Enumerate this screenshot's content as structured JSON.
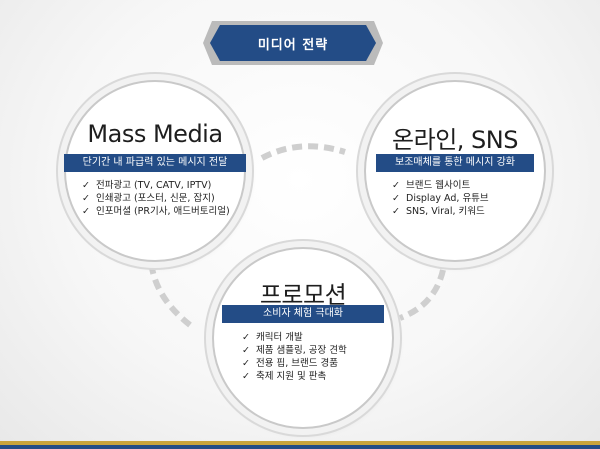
{
  "title": "미디어 전략",
  "circles": [
    {
      "title": "Mass Media",
      "subtitle": "단기간 내 파급력 있는 메시지 전달",
      "items": [
        "전파광고 (TV, CATV, IPTV)",
        "인쇄광고 (포스터, 신문, 잡지)",
        "인포머셜 (PR기사, 애드버토리얼)"
      ]
    },
    {
      "title": "온라인, SNS",
      "subtitle": "보조매체를 통한 메시지 강화",
      "items": [
        "브랜드 웹사이트",
        "Display Ad, 유튜브",
        "SNS, Viral, 키워드"
      ]
    },
    {
      "title": "프로모션",
      "subtitle": "소비자 체험 극대화",
      "items": [
        "캐릭터 개발",
        "제품 샘플링, 공장 견학",
        "전용 핍, 브랜드 경품",
        "축제 지원 및 판촉"
      ]
    }
  ],
  "check_glyph": "✓",
  "colors": {
    "accent": "#234c86",
    "gold": "#c9a43c"
  }
}
